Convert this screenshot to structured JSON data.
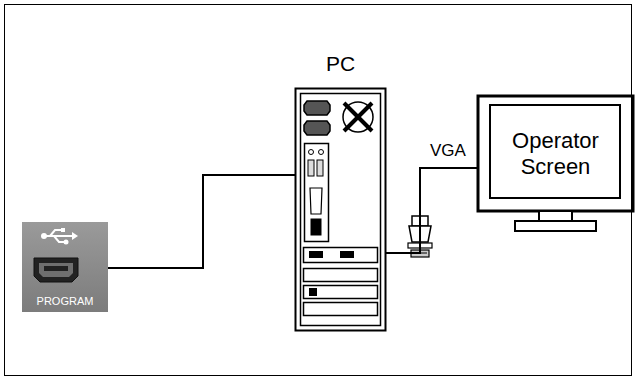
{
  "diagram": {
    "nodes": [
      {
        "text": [
          "PROGRAM"
        ]
      },
      {
        "text": [
          "PC"
        ]
      },
      {
        "text": [
          "Operator Screen"
        ]
      }
    ],
    "edges": [
      {
        "from": 0,
        "to": 1,
        "arrow": "none"
      },
      {
        "from": 1,
        "to": 2,
        "label": "VGA",
        "arrow": "none"
      }
    ]
  }
}
